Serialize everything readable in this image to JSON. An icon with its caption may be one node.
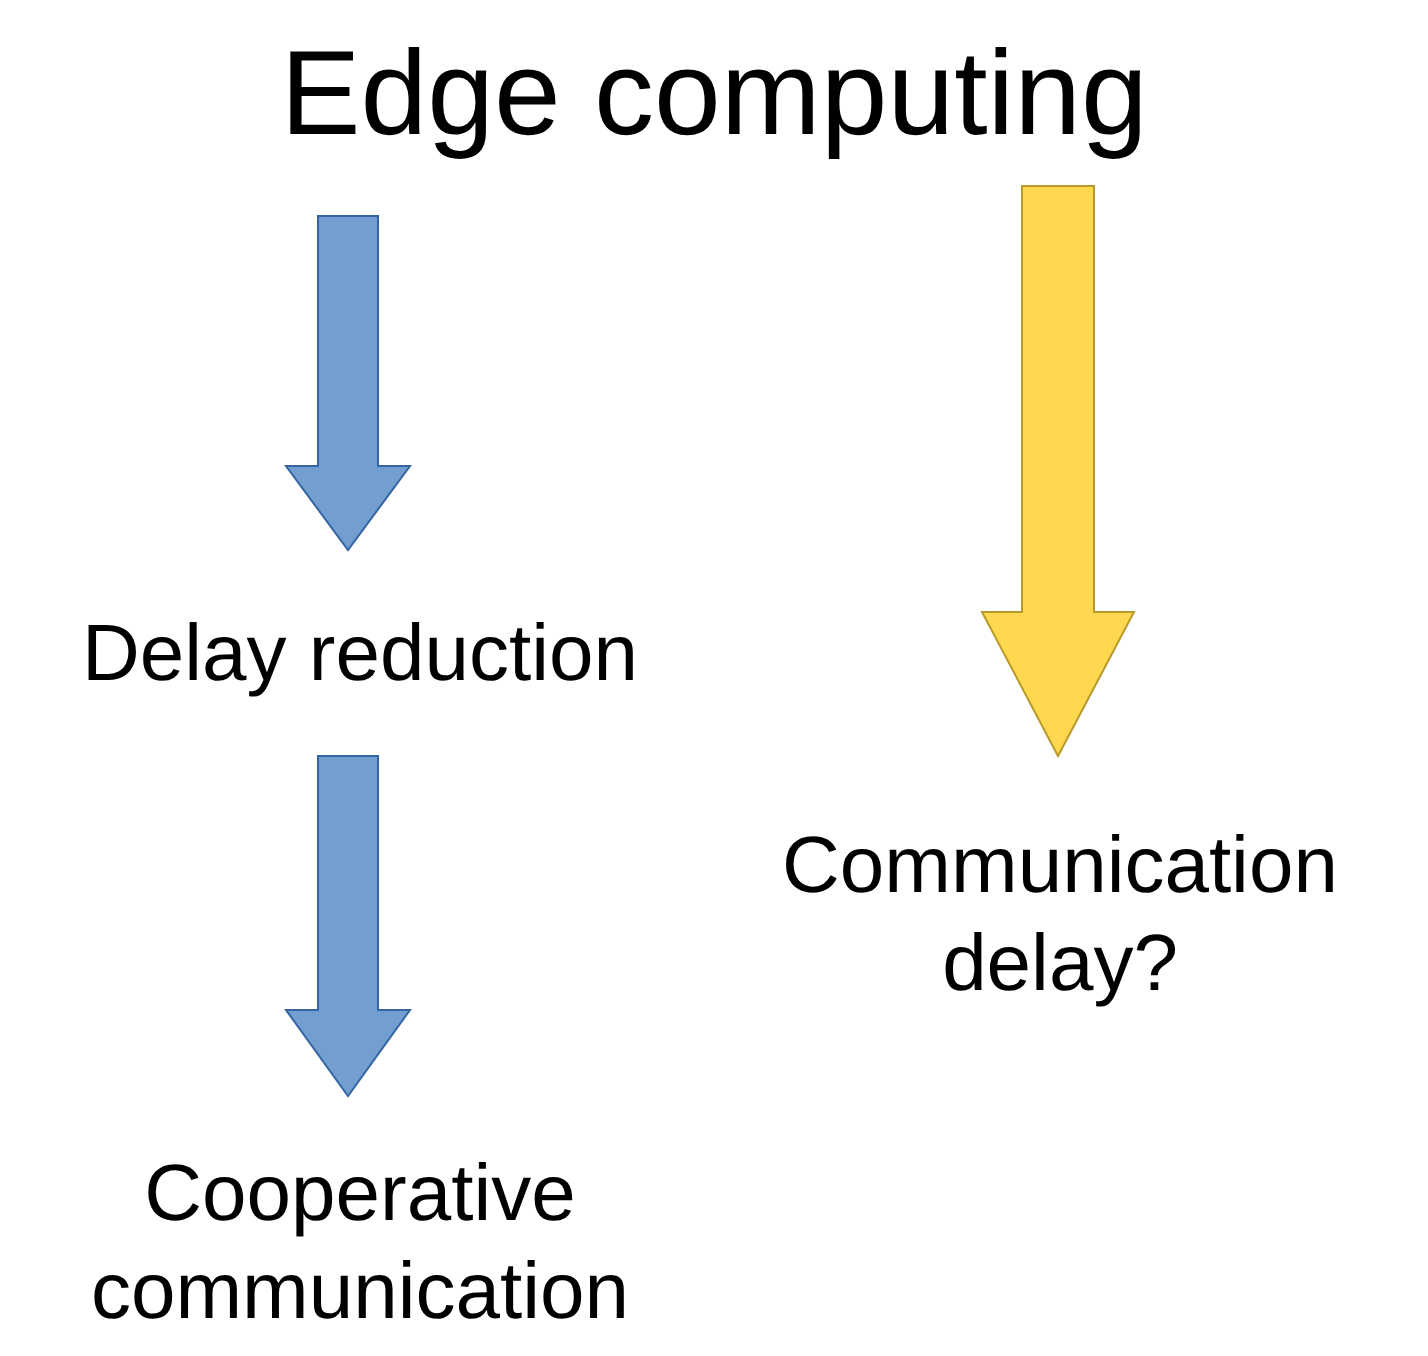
{
  "diagram": {
    "nodes": [
      {
        "text": [
          "Edge computing"
        ]
      },
      {
        "text": [
          "Delay reduction"
        ]
      },
      {
        "text": [
          "Cooperative communication"
        ]
      },
      {
        "text": [
          "Communication delay?"
        ]
      }
    ],
    "edges": [
      {
        "from": 0,
        "to": 1,
        "arrow": "to",
        "style": "thick"
      },
      {
        "from": 1,
        "to": 2,
        "arrow": "to",
        "style": "thick"
      },
      {
        "from": 0,
        "to": 3,
        "arrow": "to",
        "style": "thick",
        "color": "#ffd84f"
      }
    ]
  }
}
